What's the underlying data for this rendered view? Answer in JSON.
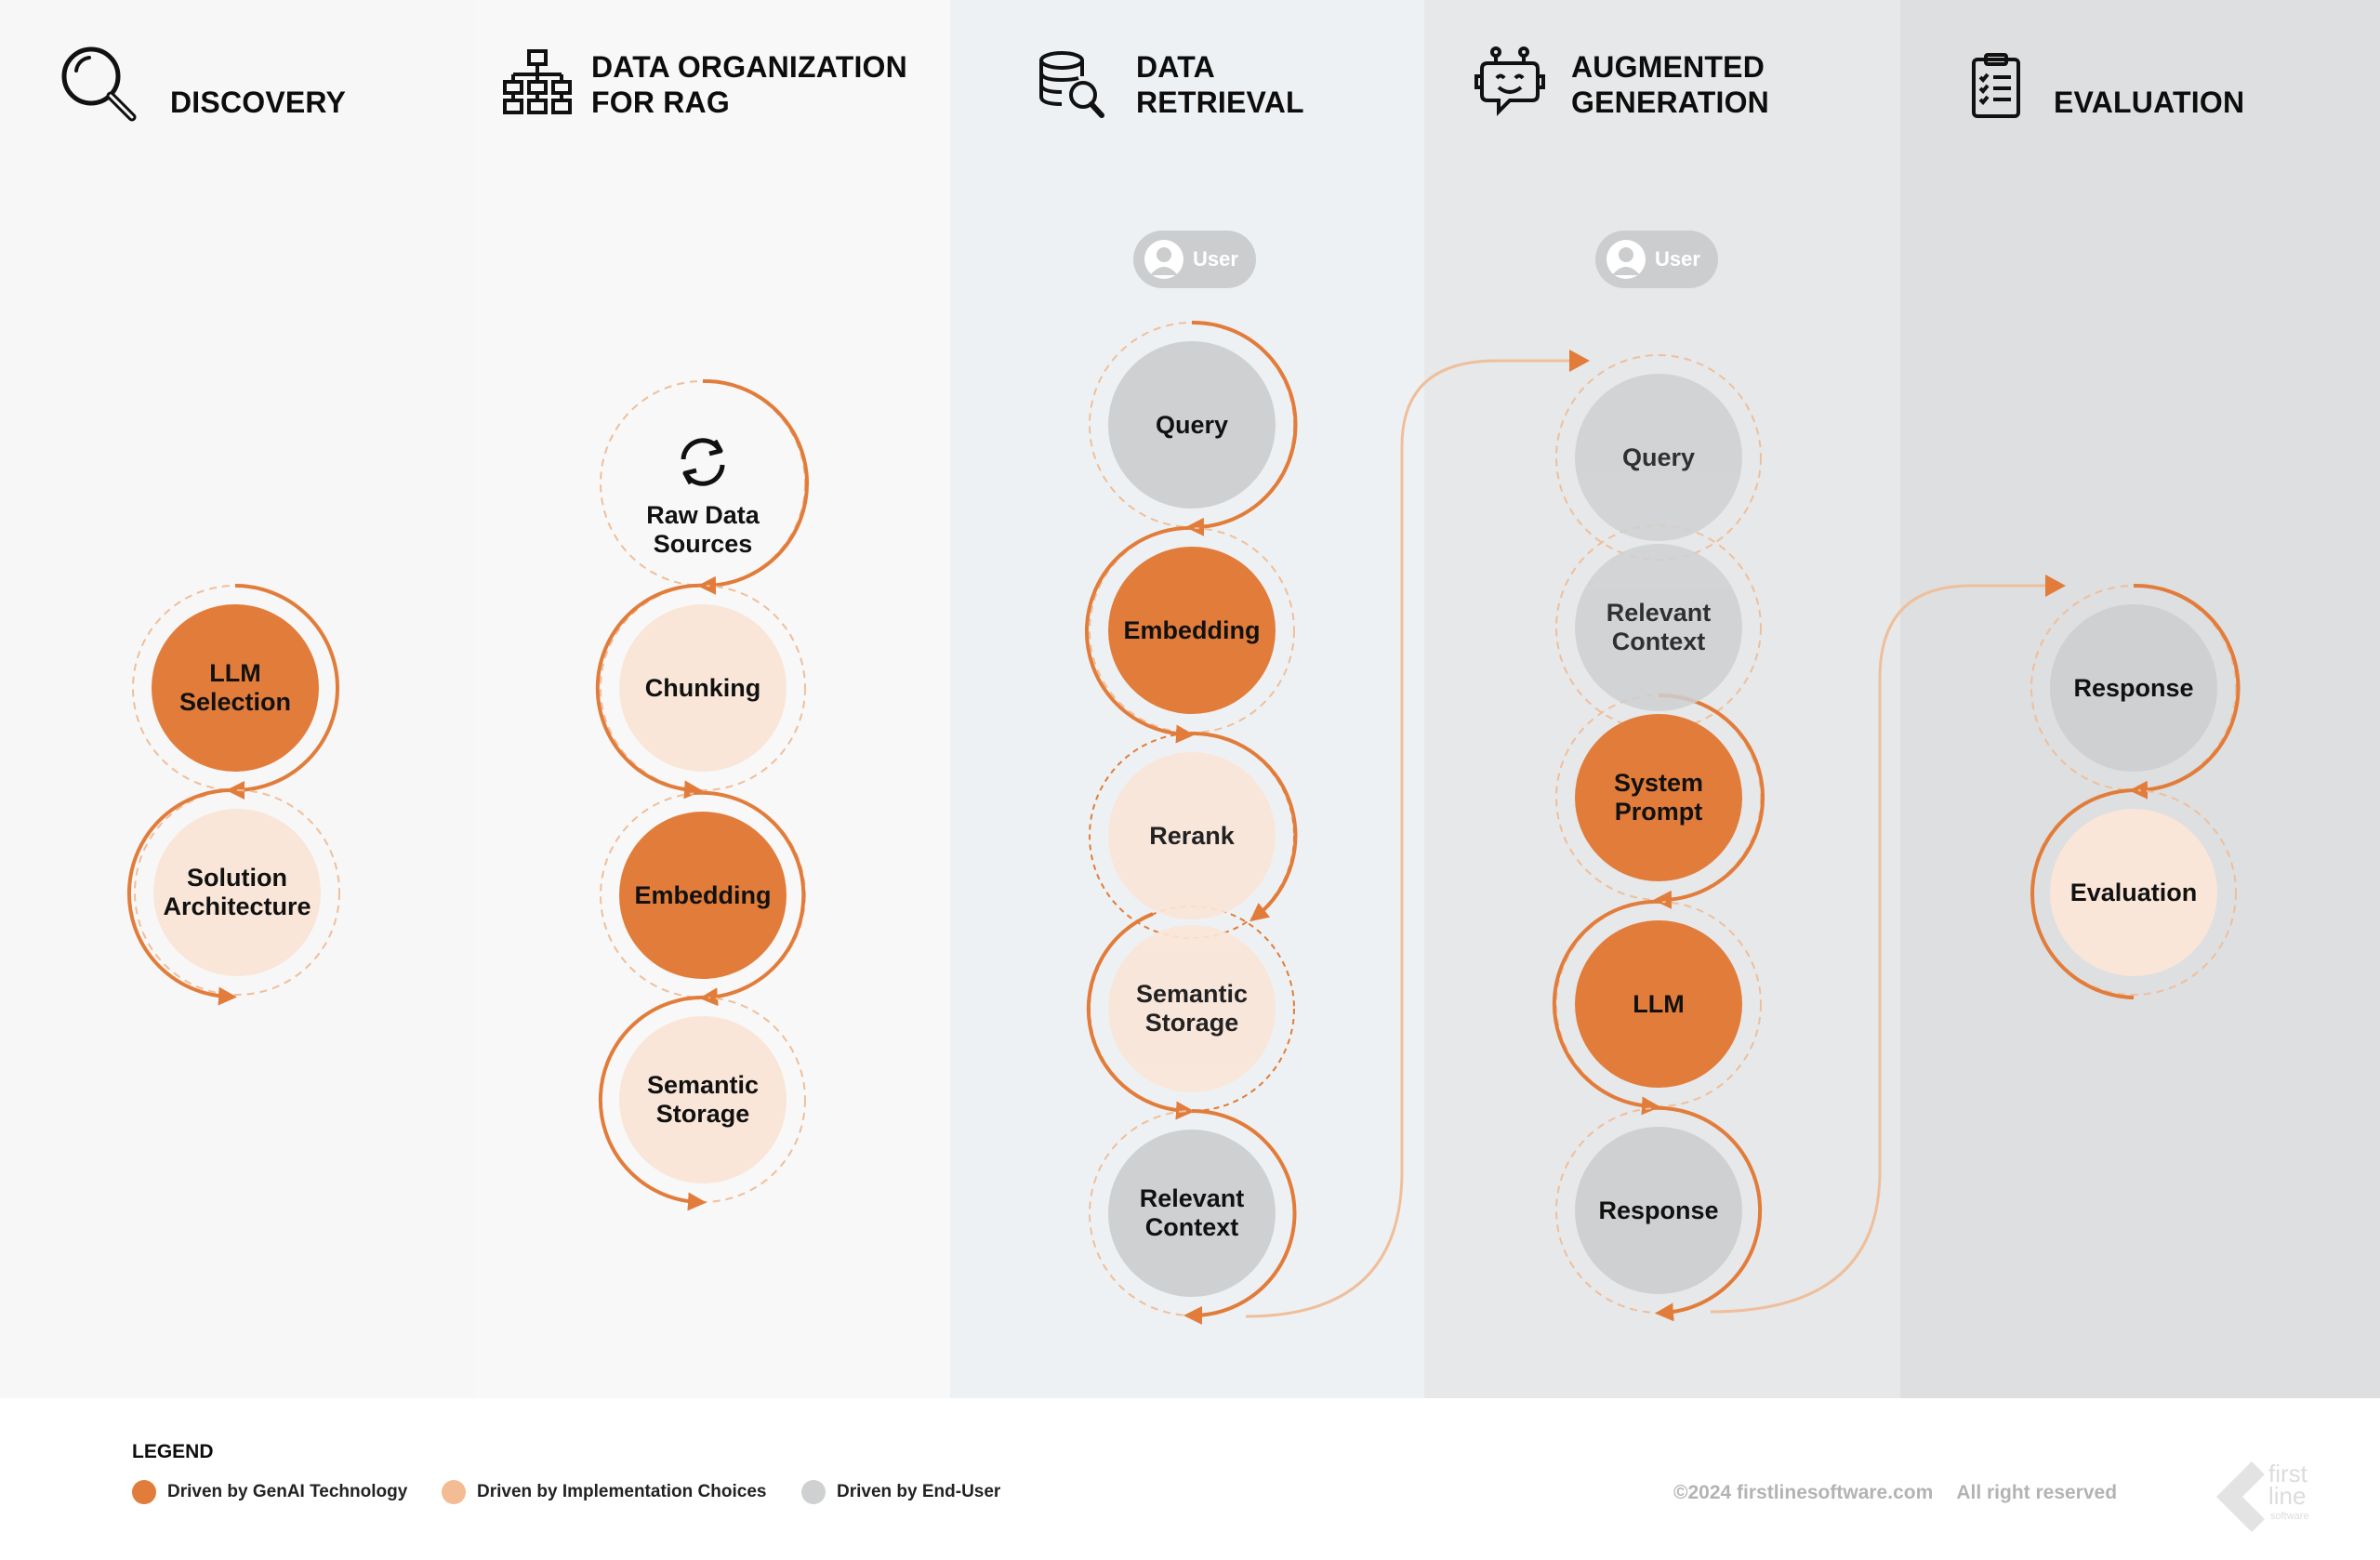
{
  "colors": {
    "genai": "#e27c3a",
    "impl": "#f9e6d8",
    "user": "#cfd0d1",
    "ring": "#e27c3a",
    "ring_light": "#efbf9b"
  },
  "columns": [
    {
      "title": "DISCOVERY",
      "icon": "magnifier-icon",
      "bg": "#f7f7f7"
    },
    {
      "title": "DATA ORGANIZATION\nFOR RAG",
      "icon": "hierarchy-icon",
      "bg": "#f8f8f8"
    },
    {
      "title": "DATA\nRETRIEVAL",
      "icon": "database-search-icon",
      "bg": "#eef1f3"
    },
    {
      "title": "AUGMENTED\nGENERATION",
      "icon": "robot-icon",
      "bg": "#e6e8ea"
    },
    {
      "title": "EVALUATION",
      "icon": "clipboard-icon",
      "bg": "#dddfe1"
    }
  ],
  "nodes": {
    "discovery": [
      {
        "label": "LLM\nSelection",
        "kind": "genai"
      },
      {
        "label": "Solution\nArchitecture",
        "kind": "impl"
      }
    ],
    "organization": [
      {
        "label": "Raw Data\nSources",
        "kind": "raw"
      },
      {
        "label": "Chunking",
        "kind": "impl"
      },
      {
        "label": "Embedding",
        "kind": "genai"
      },
      {
        "label": "Semantic\nStorage",
        "kind": "impl"
      }
    ],
    "retrieval": [
      {
        "label": "Query",
        "kind": "user"
      },
      {
        "label": "Embedding",
        "kind": "genai"
      },
      {
        "label": "Rerank",
        "kind": "impl"
      },
      {
        "label": "Semantic\nStorage",
        "kind": "impl"
      },
      {
        "label": "Relevant\nContext",
        "kind": "user"
      }
    ],
    "generation": [
      {
        "label": "Query",
        "kind": "user"
      },
      {
        "label": "Relevant\nContext",
        "kind": "user"
      },
      {
        "label": "System\nPrompt",
        "kind": "genai"
      },
      {
        "label": "LLM",
        "kind": "genai"
      },
      {
        "label": "Response",
        "kind": "user"
      }
    ],
    "evaluation": [
      {
        "label": "Response",
        "kind": "user"
      },
      {
        "label": "Evaluation",
        "kind": "impl"
      }
    ]
  },
  "user_pills": [
    "User",
    "User"
  ],
  "legend": {
    "title": "LEGEND",
    "items": [
      {
        "label": "Driven by GenAI Technology",
        "color": "#e27c3a"
      },
      {
        "label": "Driven by Implementation Choices",
        "color": "#f4bc95"
      },
      {
        "label": "Driven by End-User",
        "color": "#cfd0d1"
      }
    ]
  },
  "footer": {
    "copyright": "©2024 firstlinesoftware.com",
    "rights": "All right reserved",
    "logo_line1": "first",
    "logo_line2": "line",
    "logo_line3": "software"
  }
}
